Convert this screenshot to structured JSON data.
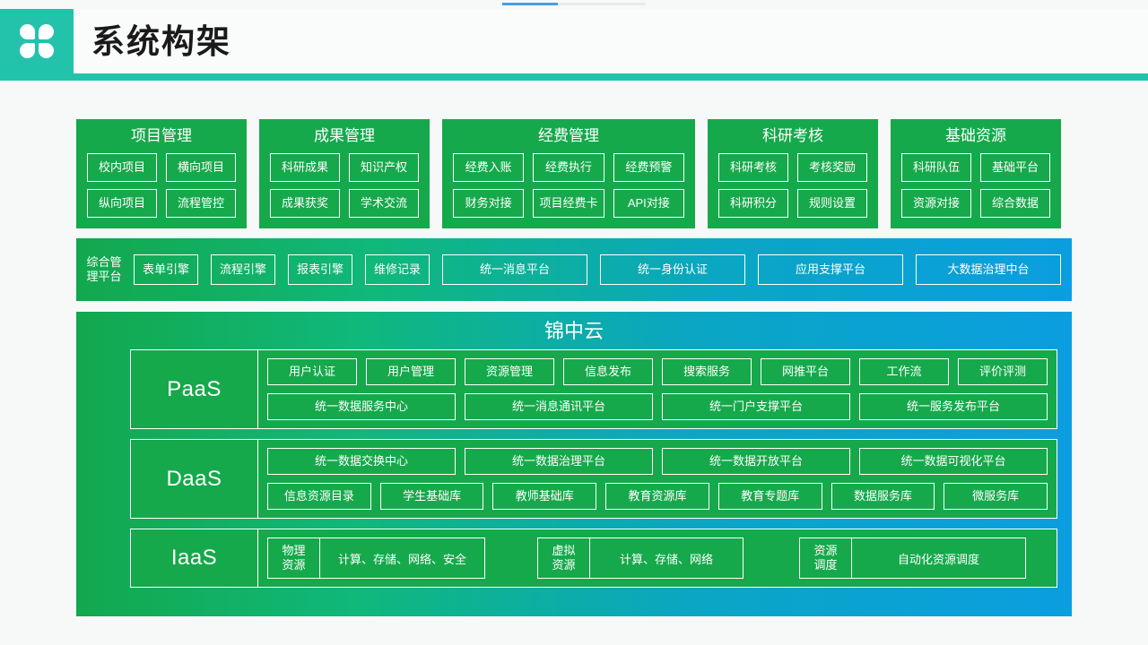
{
  "header": {
    "logo_icon": "clover-icon",
    "title": "系统构架",
    "brand_color": "#23c3ab"
  },
  "top_progress": {
    "visible": true,
    "accent_color": "#4a9fe0"
  },
  "palette": {
    "green": "#16a94b",
    "gradient_start": "#12a84d",
    "gradient_end": "#0b9ee0",
    "page_bg": "#f7f8f8"
  },
  "domains": [
    {
      "title": "项目管理",
      "width": "w2",
      "rows": [
        [
          "校内项目",
          "横向项目"
        ],
        [
          "纵向项目",
          "流程管控"
        ]
      ]
    },
    {
      "title": "成果管理",
      "width": "w2",
      "rows": [
        [
          "科研成果",
          "知识产权"
        ],
        [
          "成果获奖",
          "学术交流"
        ]
      ]
    },
    {
      "title": "经费管理",
      "width": "w3",
      "rows": [
        [
          "经费入账",
          "经费执行",
          "经费预警"
        ],
        [
          "财务对接",
          "项目经费卡",
          "API对接"
        ]
      ]
    },
    {
      "title": "科研考核",
      "width": "w2",
      "rows": [
        [
          "科研考核",
          "考核奖励"
        ],
        [
          "科研积分",
          "规则设置"
        ]
      ]
    },
    {
      "title": "基础资源",
      "width": "w2",
      "rows": [
        [
          "科研队伍",
          "基础平台"
        ],
        [
          "资源对接",
          "综合数据"
        ]
      ]
    }
  ],
  "mgmt_band": {
    "label": "综合管理平台",
    "items": [
      {
        "label": "表单引擎",
        "size": "c-sm"
      },
      {
        "label": "流程引擎",
        "size": "c-sm"
      },
      {
        "label": "报表引擎",
        "size": "c-sm"
      },
      {
        "label": "维修记录",
        "size": "c-sm"
      },
      {
        "label": "统一消息平台",
        "size": "c-lg"
      },
      {
        "label": "统一身份认证",
        "size": "c-lg"
      },
      {
        "label": "应用支撑平台",
        "size": "c-lg"
      },
      {
        "label": "大数据治理中台",
        "size": "c-lg"
      }
    ]
  },
  "cloud": {
    "title": "锦中云",
    "paas": {
      "name": "PaaS",
      "row1": [
        "用户认证",
        "用户管理",
        "资源管理",
        "信息发布",
        "搜索服务",
        "网推平台",
        "工作流",
        "评价评测"
      ],
      "row2": [
        "统一数据服务中心",
        "统一消息通讯平台",
        "统一门户支撑平台",
        "统一服务发布平台"
      ]
    },
    "daas": {
      "name": "DaaS",
      "row1": [
        "统一数据交换中心",
        "统一数据治理平台",
        "统一数据开放平台",
        "统一数据可视化平台"
      ],
      "row2": [
        "信息资源目录",
        "学生基础库",
        "教师基础库",
        "教育资源库",
        "教育专题库",
        "数据服务库",
        "微服务库"
      ]
    },
    "iaas": {
      "name": "IaaS",
      "groups": [
        {
          "key": "物理\n资源",
          "value": "计算、存储、网络、安全"
        },
        {
          "key": "虚拟\n资源",
          "value": "计算、存储、网络"
        },
        {
          "key": "资源\n调度",
          "value": "自动化资源调度"
        }
      ]
    }
  }
}
